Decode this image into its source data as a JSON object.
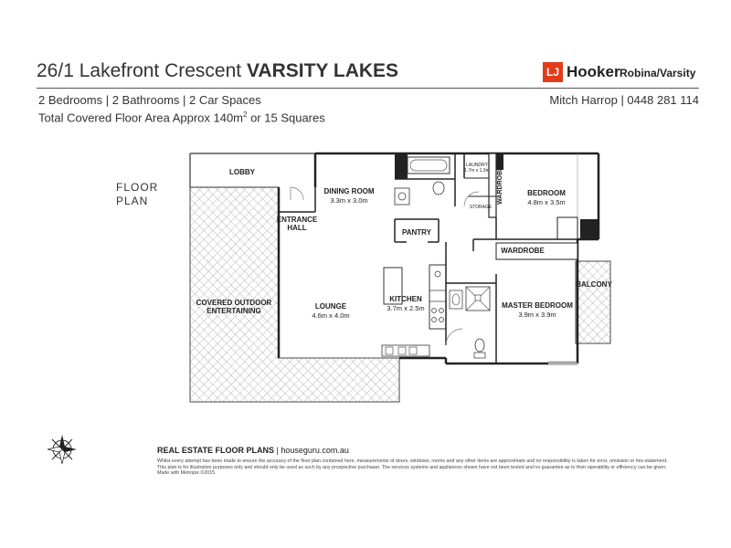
{
  "header": {
    "address": "26/1 Lakefront Crescent",
    "suburb": "VARSITY LAKES",
    "features": "2 Bedrooms | 2 Bathrooms | 2 Car Spaces",
    "area_prefix": "Total Covered Floor Area Approx 140m",
    "area_sup": "2",
    "area_suffix": " or 15 Squares",
    "agent": "Mitch Harrop | 0448 281 114"
  },
  "brand": {
    "logo_mark": "LJ",
    "logo_word": "Hooker",
    "office": "Robina/Varsity",
    "accent_color": "#e23b1b"
  },
  "plan": {
    "label_line1": "FLOOR",
    "label_line2": "PLAN",
    "rooms": {
      "lobby": "LOBBY",
      "entrance_hall_1": "ENTRANCE",
      "entrance_hall_2": "HALL",
      "dining": "DINING ROOM",
      "dining_dim": "3.3m x 3.0m",
      "pantry": "PANTRY",
      "lounge": "LOUNGE",
      "lounge_dim": "4.6m x 4.0m",
      "kitchen": "KITCHEN",
      "kitchen_dim": "3.7m x 2.5m",
      "outdoor_1": "COVERED OUTDOOR",
      "outdoor_2": "ENTERTAINING",
      "laundry": "LAUNDRY",
      "laundry_dim": "1.7m x 1.3m",
      "storage": "STORAGE",
      "wardrobe_vertical": "WARDROBE",
      "wardrobe": "WARDROBE",
      "bedroom": "BEDROOM",
      "bedroom_dim": "4.8m x 3.5m",
      "master": "MASTER BEDROOM",
      "master_dim": "3.9m x 3.9m",
      "balcony": "BALCONY"
    },
    "compass_icon": "compass-rose-icon"
  },
  "footer": {
    "brand": "REAL ESTATE FLOOR PLANS",
    "site": " | houseguru.com.au",
    "disclaimer": [
      "Whilst every attempt has been made to ensure the accuracy of the floor plan contained here, measurements of doors, windows, rooms and any other items are approximate and no responsibility is taken for error, omission or mis-statement.",
      "This plan is for illustrative purposes only and should only be used as such by any prospective purchaser. The services systems and appliances shown have not been tested and no guarantee as to their operability or efficiency can be given.",
      "Made with Metropix ©2015"
    ]
  }
}
